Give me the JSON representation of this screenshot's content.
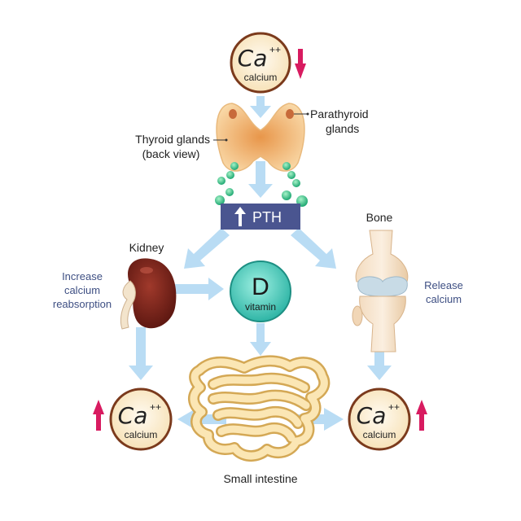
{
  "calcium_top": {
    "symbol": "Ca",
    "charge": "++",
    "name": "calcium"
  },
  "calcium_left": {
    "symbol": "Ca",
    "charge": "++",
    "name": "calcium"
  },
  "calcium_right": {
    "symbol": "Ca",
    "charge": "++",
    "name": "calcium"
  },
  "labels": {
    "parathyroid_line1": "Parathyroid",
    "parathyroid_line2": "glands",
    "thyroid_line1": "Thyroid glands",
    "thyroid_line2": "(back view)",
    "kidney": "Kidney",
    "bone": "Bone",
    "increase_line1": "Increase",
    "increase_line2": "calcium",
    "increase_line3": "reabsorption",
    "release_line1": "Release",
    "release_line2": "calcium",
    "intestine": "Small intestine"
  },
  "pth": {
    "label": "PTH"
  },
  "vitamin": {
    "letter": "D",
    "word": "vitamin"
  },
  "colors": {
    "arrow": "#b9dcf4",
    "up_down_arrow": "#d81b60",
    "pth_box": "#4a5590",
    "vitamin": "#5ccfc0",
    "calcium_fill": "#fdf1d6",
    "calcium_border": "#7b3a1c",
    "caption_blue": "#3e4f83",
    "granule": "#2bbd86"
  }
}
